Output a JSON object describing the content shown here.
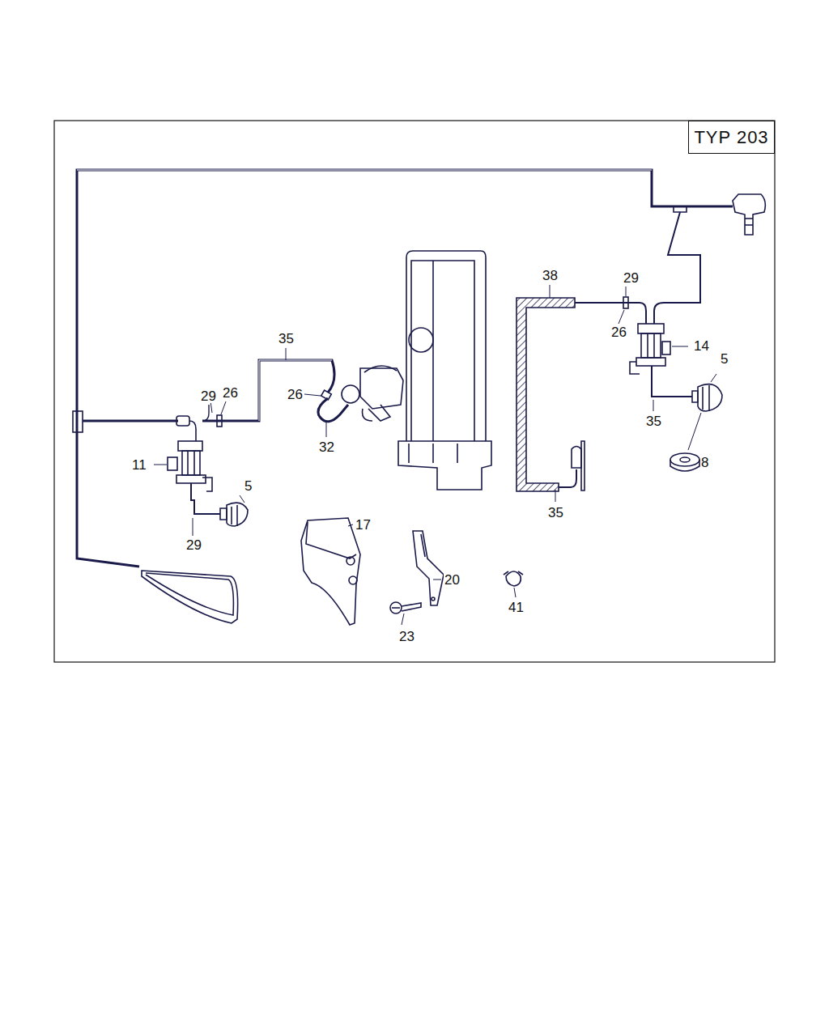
{
  "diagram": {
    "nodes": [
      {
        "text": [
          "TYP 203"
        ]
      }
    ],
    "labels": [
      "38",
      "29",
      "26",
      "35",
      "14",
      "5",
      "26",
      "26",
      "29",
      "35",
      "32",
      "8",
      "11",
      "5",
      "35",
      "17",
      "29",
      "20",
      "41",
      "23"
    ]
  }
}
